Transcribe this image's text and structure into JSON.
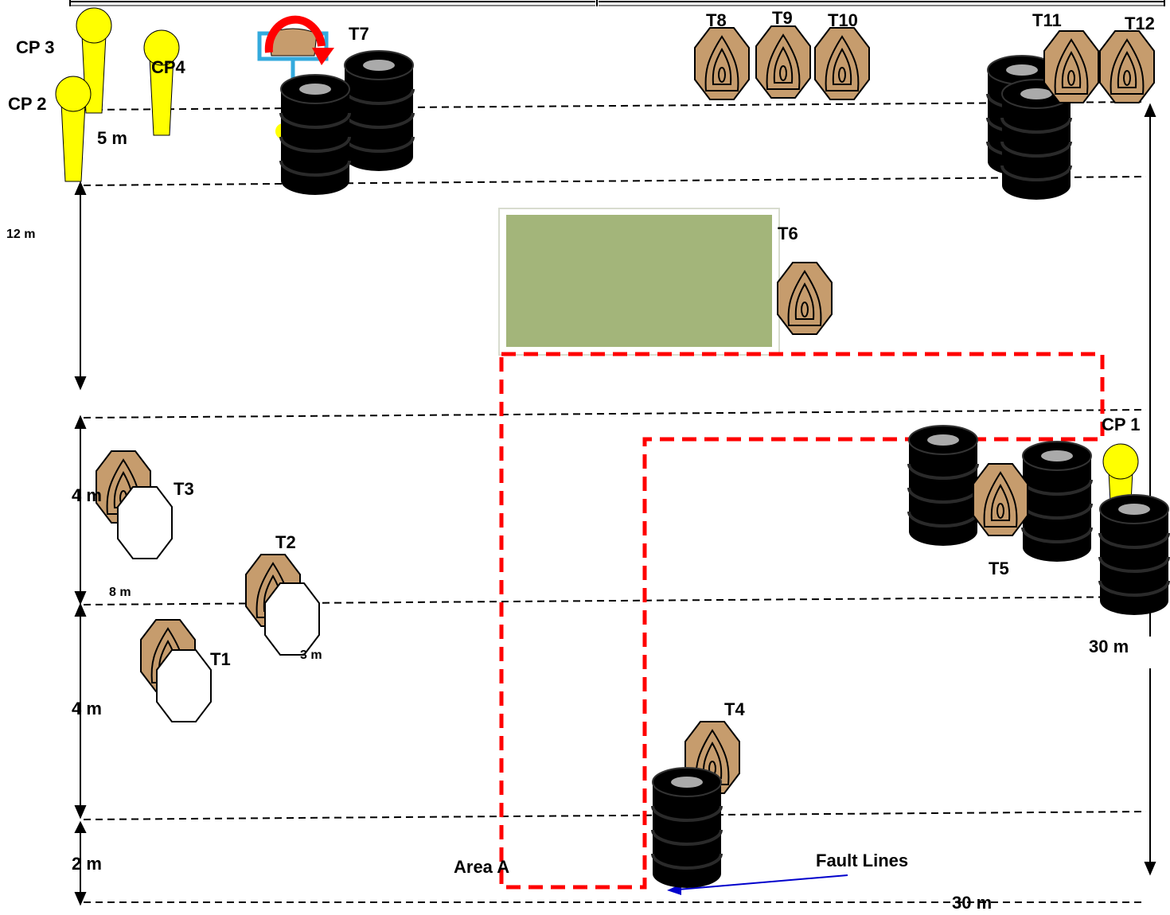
{
  "diagram": {
    "targets": {
      "t1": "T1",
      "t2": "T2",
      "t3": "T3",
      "t4": "T4",
      "t5": "T5",
      "t6": "T6",
      "t7": "T7",
      "t8": "T8",
      "t9": "T9",
      "t10": "T10",
      "t11": "T11",
      "t12": "T12"
    },
    "control_points": {
      "cp1": "CP 1",
      "cp2": "CP 2",
      "cp3": "CP 3",
      "cp4": "CP4"
    },
    "distances": {
      "d5m": "5 m",
      "d12m": "12 m",
      "d4m_upper": "4 m",
      "d8m": "8 m",
      "d3m": "3 m",
      "d4m_lower": "4 m",
      "d2m": "2 m",
      "d30m_right": "30 m",
      "d30m_bottom": "30 m"
    },
    "area_label": "Area A",
    "fault_lines_label": "Fault Lines",
    "colors": {
      "target_tan": "#c69c6d",
      "cover_wall": "#a3b57a",
      "fault_line_red": "#ff0000",
      "popper_yellow": "#ffff00",
      "pointer_blue": "#0000cc",
      "swinger_frame": "#33aadd"
    }
  }
}
